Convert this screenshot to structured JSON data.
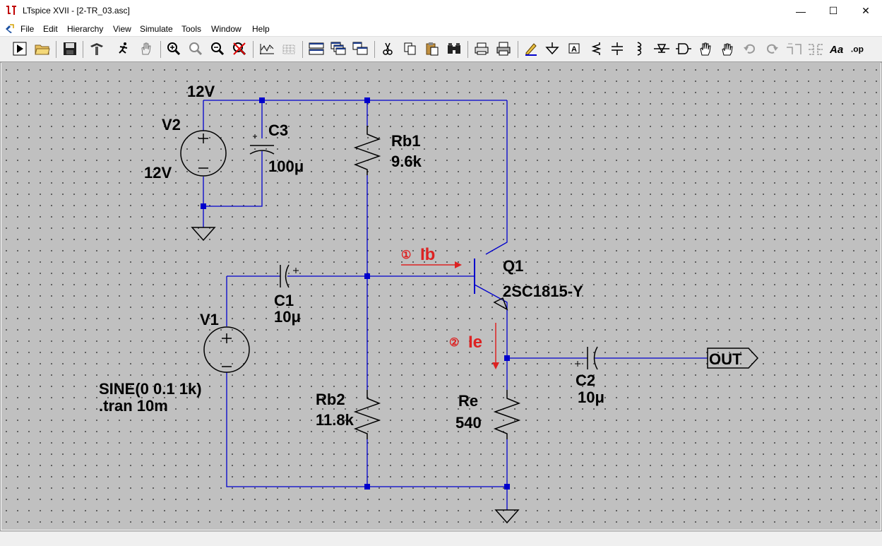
{
  "window": {
    "title": "LTspice XVII - [2-TR_03.asc]",
    "minimize_glyph": "—",
    "maximize_glyph": "☐",
    "close_glyph": "✕"
  },
  "menu": {
    "items": [
      "File",
      "Edit",
      "Hierarchy",
      "View",
      "Simulate",
      "Tools",
      "Window",
      "Help"
    ]
  },
  "mdi_controls": [
    "−",
    "▭",
    "×"
  ],
  "toolbar": {
    "buttons": [
      "run-icon",
      "open-icon",
      "save-icon",
      "control-panel-icon",
      "halt-icon",
      "pan-icon",
      "zoom-in-icon",
      "zoom-fit-icon",
      "zoom-out-icon",
      "zoom-cancel-icon",
      "autorange-icon",
      "grid-toggle-icon",
      "tile-horizontal-icon",
      "cascade-icon",
      "tile-vertical-icon",
      "cut-icon",
      "copy-icon",
      "paste-icon",
      "find-icon",
      "print-setup-icon",
      "print-icon",
      "draw-wire-icon",
      "ground-icon",
      "label-net-icon",
      "resistor-icon",
      "capacitor-icon",
      "inductor-icon",
      "diode-icon",
      "component-icon",
      "move-icon",
      "drag-icon",
      "undo-icon",
      "redo-icon",
      "rotate-icon",
      "mirror-icon",
      "text-icon",
      "spice-directive-icon"
    ],
    "text_label": "Aa",
    "op_label": ".op"
  },
  "schematic": {
    "wire_color": "#0000cc",
    "text_color": "#000000",
    "annotation_color": "#dd2222",
    "labels": {
      "supply_net": "12V",
      "v2_name": "V2",
      "v2_value": "12V",
      "c3_name": "C3",
      "c3_value": "100μ",
      "rb1_name": "Rb1",
      "rb1_value": "9.6k",
      "q1_name": "Q1",
      "q1_model": "2SC1815-Y",
      "c1_name": "C1",
      "c1_value": "10μ",
      "v1_name": "V1",
      "v1_value": "SINE(0 0.1 1k)",
      "tran_directive": ".tran 10m",
      "rb2_name": "Rb2",
      "rb2_value": "11.8k",
      "re_name": "Re",
      "re_value": "540",
      "c2_name": "C2",
      "c2_value": "10μ",
      "out_label": "OUT",
      "ib_marker": "①",
      "ib_label": "Ib",
      "ie_marker": "②",
      "ie_label": "Ie"
    }
  }
}
